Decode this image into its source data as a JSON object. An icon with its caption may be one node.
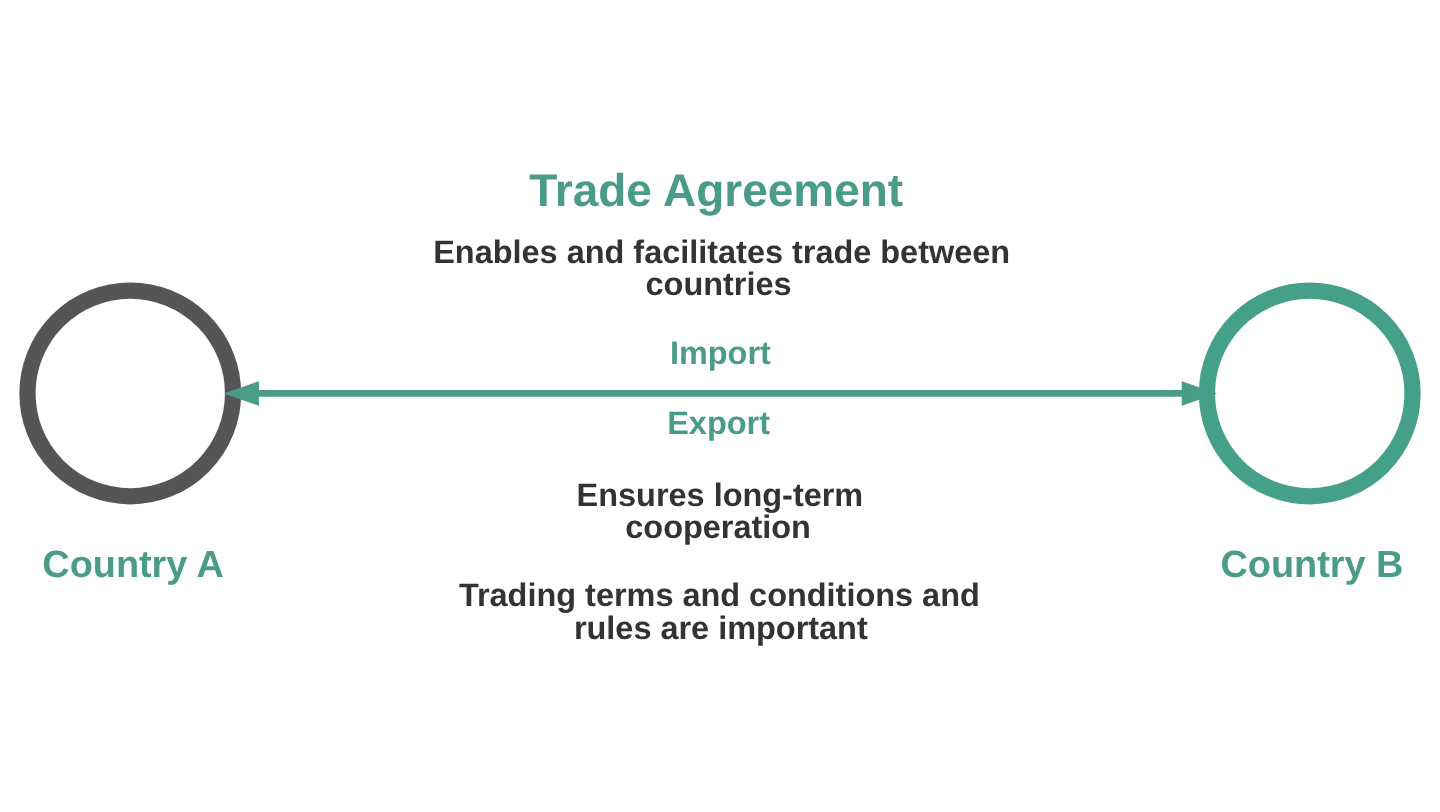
{
  "diagram": {
    "title": "Trade Agreement",
    "nodes": [
      {
        "text": [],
        "shape": "circle",
        "beside": [
          "Country A"
        ]
      },
      {
        "text": [],
        "shape": "circle",
        "beside": [
          "Country B"
        ]
      }
    ],
    "edges": [
      {
        "from": 0,
        "to": 1,
        "arrow": "both"
      }
    ],
    "labels": [
      "Enables and facilitates trade between countries",
      "Import",
      "Export",
      "Ensures long-term cooperation",
      "Trading terms and conditions and rules are important"
    ]
  }
}
